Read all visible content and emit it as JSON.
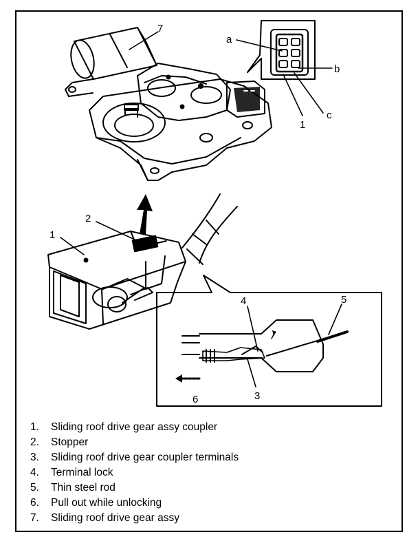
{
  "callouts": {
    "c1_top": "1",
    "c1_coupler": "1",
    "c2": "2",
    "c3": "3",
    "c4": "4",
    "c5": "5",
    "c6": "6",
    "c7": "7",
    "a": "a",
    "b": "b",
    "c": "c"
  },
  "legend": [
    {
      "num": "1.",
      "text": "Sliding roof drive gear assy coupler"
    },
    {
      "num": "2.",
      "text": "Stopper"
    },
    {
      "num": "3.",
      "text": "Sliding roof drive gear coupler terminals"
    },
    {
      "num": "4.",
      "text": "Terminal lock"
    },
    {
      "num": "5.",
      "text": "Thin steel rod"
    },
    {
      "num": "6.",
      "text": "Pull out while unlocking"
    },
    {
      "num": "7.",
      "text": "Sliding roof drive gear assy"
    }
  ]
}
